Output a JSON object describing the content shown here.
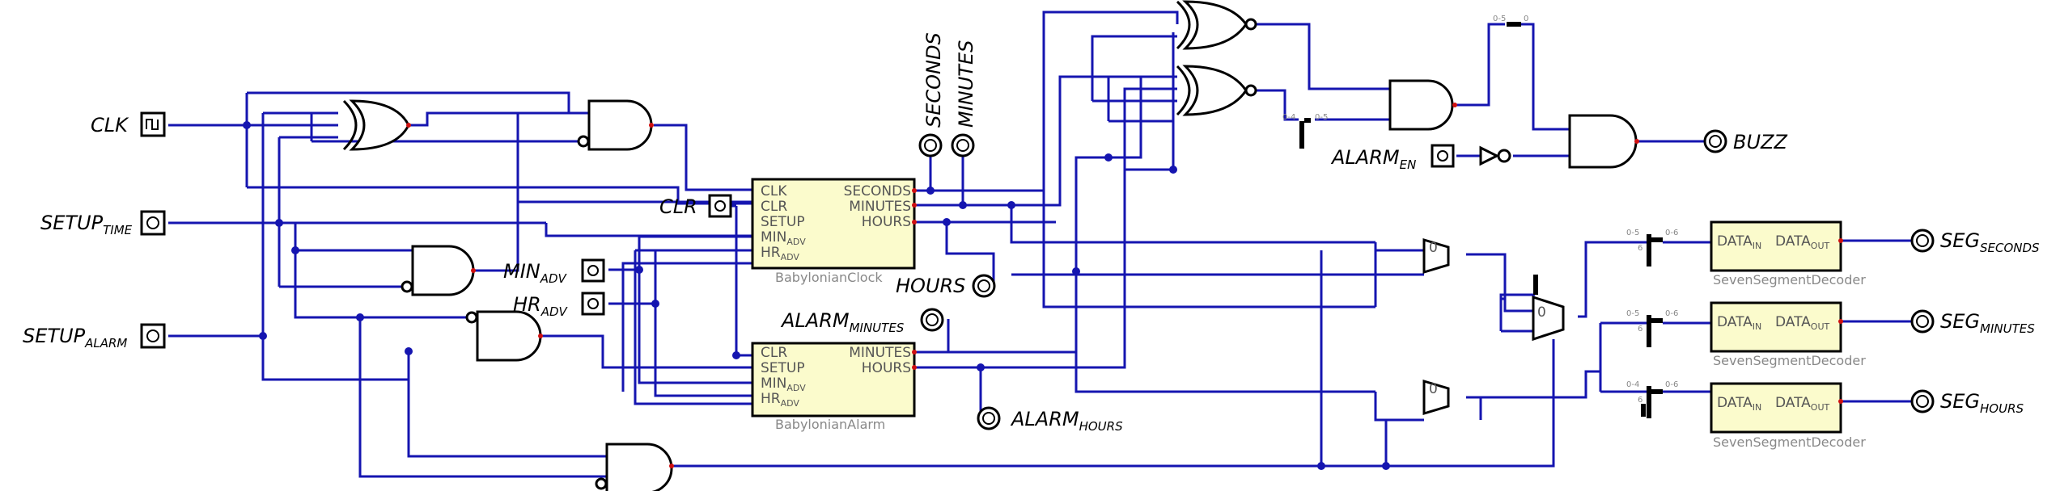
{
  "inputs": {
    "clk": "CLK",
    "setup_time": {
      "main": "SETUP",
      "sub": "TIME"
    },
    "setup_alarm": {
      "main": "SETUP",
      "sub": "ALARM"
    },
    "clr": "CLR",
    "min_adv": {
      "main": "MIN",
      "sub": "ADV"
    },
    "hr_adv": {
      "main": "HR",
      "sub": "ADV"
    },
    "alarm_en": {
      "main": "ALARM",
      "sub": "EN"
    }
  },
  "outputs": {
    "seconds": "SECONDS",
    "minutes": "MINUTES",
    "hours": "HOURS",
    "alarm_minutes": {
      "main": "ALARM",
      "sub": "MINUTES"
    },
    "alarm_hours": {
      "main": "ALARM",
      "sub": "HOURS"
    },
    "buzz": "BUZZ",
    "seg_seconds": {
      "main": "SEG",
      "sub": "SECONDS"
    },
    "seg_minutes": {
      "main": "SEG",
      "sub": "MINUTES"
    },
    "seg_hours": {
      "main": "SEG",
      "sub": "HOURS"
    }
  },
  "clock": {
    "name": "BabylonianClock",
    "left_pins": [
      "CLK",
      "CLR",
      "SETUP",
      "MIN",
      "HR"
    ],
    "adv_sub": "ADV",
    "right_pins": [
      "SECONDS",
      "MINUTES",
      "HOURS"
    ]
  },
  "alarm": {
    "name": "BabylonianAlarm",
    "left_pins": [
      "CLR",
      "SETUP",
      "MIN",
      "HR"
    ],
    "adv_sub": "ADV",
    "right_pins": [
      "MINUTES",
      "HOURS"
    ]
  },
  "decoder": {
    "name": "SevenSegmentDecoder",
    "in_pin": "DATA",
    "in_sub": "IN",
    "out_pin": "DATA",
    "out_sub": "OUT"
  },
  "mux_select_label": "0",
  "splitter_labels": {
    "top": "0-5",
    "top_right": "0",
    "en": "0-4",
    "en_right": "0-5",
    "sec": "0-5",
    "sec_right": "0-6",
    "min": "0-5",
    "min_right": "0-6",
    "hr": "0-4",
    "hr_right": "0-6",
    "bit": "6"
  }
}
